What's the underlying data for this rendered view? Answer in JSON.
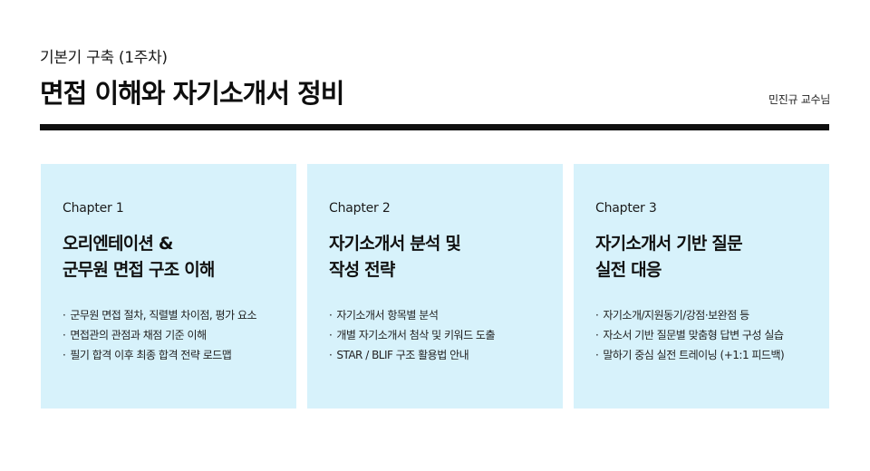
{
  "header": {
    "subtitle": "기본기 구축 (1주차)",
    "title": "면접 이해와 자기소개서 정비",
    "instructor": "민진규 교수님"
  },
  "cards": [
    {
      "chapter": "Chapter 1",
      "title": "오리엔테이션 &\n군무원 면접 구조 이해",
      "items": [
        "군무원 면접 절차, 직렬별 차이점, 평가 요소",
        "면접관의 관점과 채점 기준 이해",
        "필기 합격 이후 최종 합격 전략 로드맵"
      ]
    },
    {
      "chapter": "Chapter 2",
      "title": "자기소개서 분석 및\n작성 전략",
      "items": [
        "자기소개서 항목별 분석",
        "개별 자기소개서 첨삭 및 키워드 도출",
        "STAR / BLIF 구조 활용법 안내"
      ]
    },
    {
      "chapter": "Chapter 3",
      "title": "자기소개서 기반 질문\n실전 대응",
      "items": [
        "자기소개/지원동기/강점·보완점 등",
        "자소서 기반 질문별 맞춤형 답변 구성 실습",
        "말하기 중심 실전 트레이닝 (+1:1 피드백)"
      ]
    }
  ],
  "colors": {
    "card_background": "#d7f2fb",
    "rule": "#0f0f0f"
  }
}
